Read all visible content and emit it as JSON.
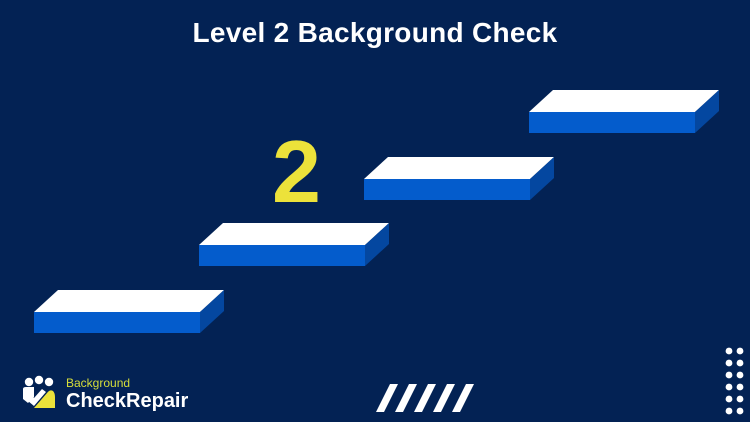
{
  "header": {
    "title": "Level 2 Background Check"
  },
  "graphic": {
    "highlight_number": "2",
    "step_count": 4,
    "colors": {
      "background": "#032254",
      "step_top": "#ffffff",
      "step_front": "#045ccc",
      "step_side": "#0447a0",
      "number": "#ece23a"
    }
  },
  "brand": {
    "line1": "Background",
    "line2": "CheckRepair",
    "accent": "#d6de3a"
  },
  "decorations": {
    "stripes_icon": "diagonal-stripes",
    "dots_icon": "dot-grid-2x6"
  }
}
